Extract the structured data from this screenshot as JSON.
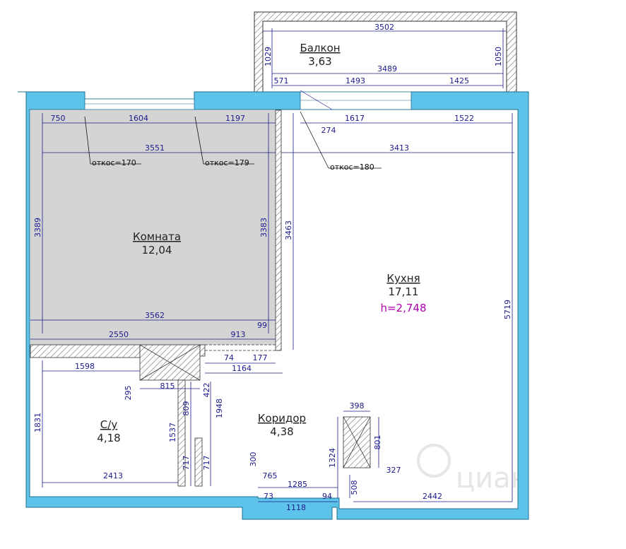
{
  "rooms": {
    "balcony": {
      "name": "Балкон",
      "area": "3,63"
    },
    "room": {
      "name": "Комната",
      "area": "12,04"
    },
    "kitchen": {
      "name": "Кухня",
      "area": "17,11",
      "height": "h=2,748"
    },
    "bathroom": {
      "name": "С/у",
      "area": "4,18"
    },
    "corridor": {
      "name": "Коридор",
      "area": "4,38"
    }
  },
  "callouts": [
    "откос=170",
    "откос=179",
    "откос=180"
  ],
  "watermark": "циан",
  "dimensions": {
    "d3502": "3502",
    "d1029": "1029",
    "d1050": "1050",
    "d3489": "3489",
    "d571": "571",
    "d1493": "1493",
    "d1425": "1425",
    "d750": "750",
    "d1604": "1604",
    "d1197": "1197",
    "d1617": "1617",
    "d1522": "1522",
    "d274": "274",
    "d3551": "3551",
    "d3413": "3413",
    "d3389": "3389",
    "d3383": "3383",
    "d3463": "3463",
    "d5719": "5719",
    "d3562": "3562",
    "d99": "99",
    "d2550": "2550",
    "d913": "913",
    "d74": "74",
    "d177": "177",
    "d1164": "1164",
    "d1598": "1598",
    "d295": "295",
    "d815": "815",
    "d422": "422",
    "d809": "809",
    "d1948": "1948",
    "d1831": "1831",
    "d1537": "1537",
    "d717a": "717",
    "d717b": "717",
    "d2413": "2413",
    "d300": "300",
    "d765": "765",
    "d1285": "1285",
    "d73": "73",
    "d94": "94",
    "d1118": "1118",
    "d398": "398",
    "d801": "801",
    "d1324": "1324",
    "d327": "327",
    "d508": "508",
    "d2442": "2442"
  }
}
